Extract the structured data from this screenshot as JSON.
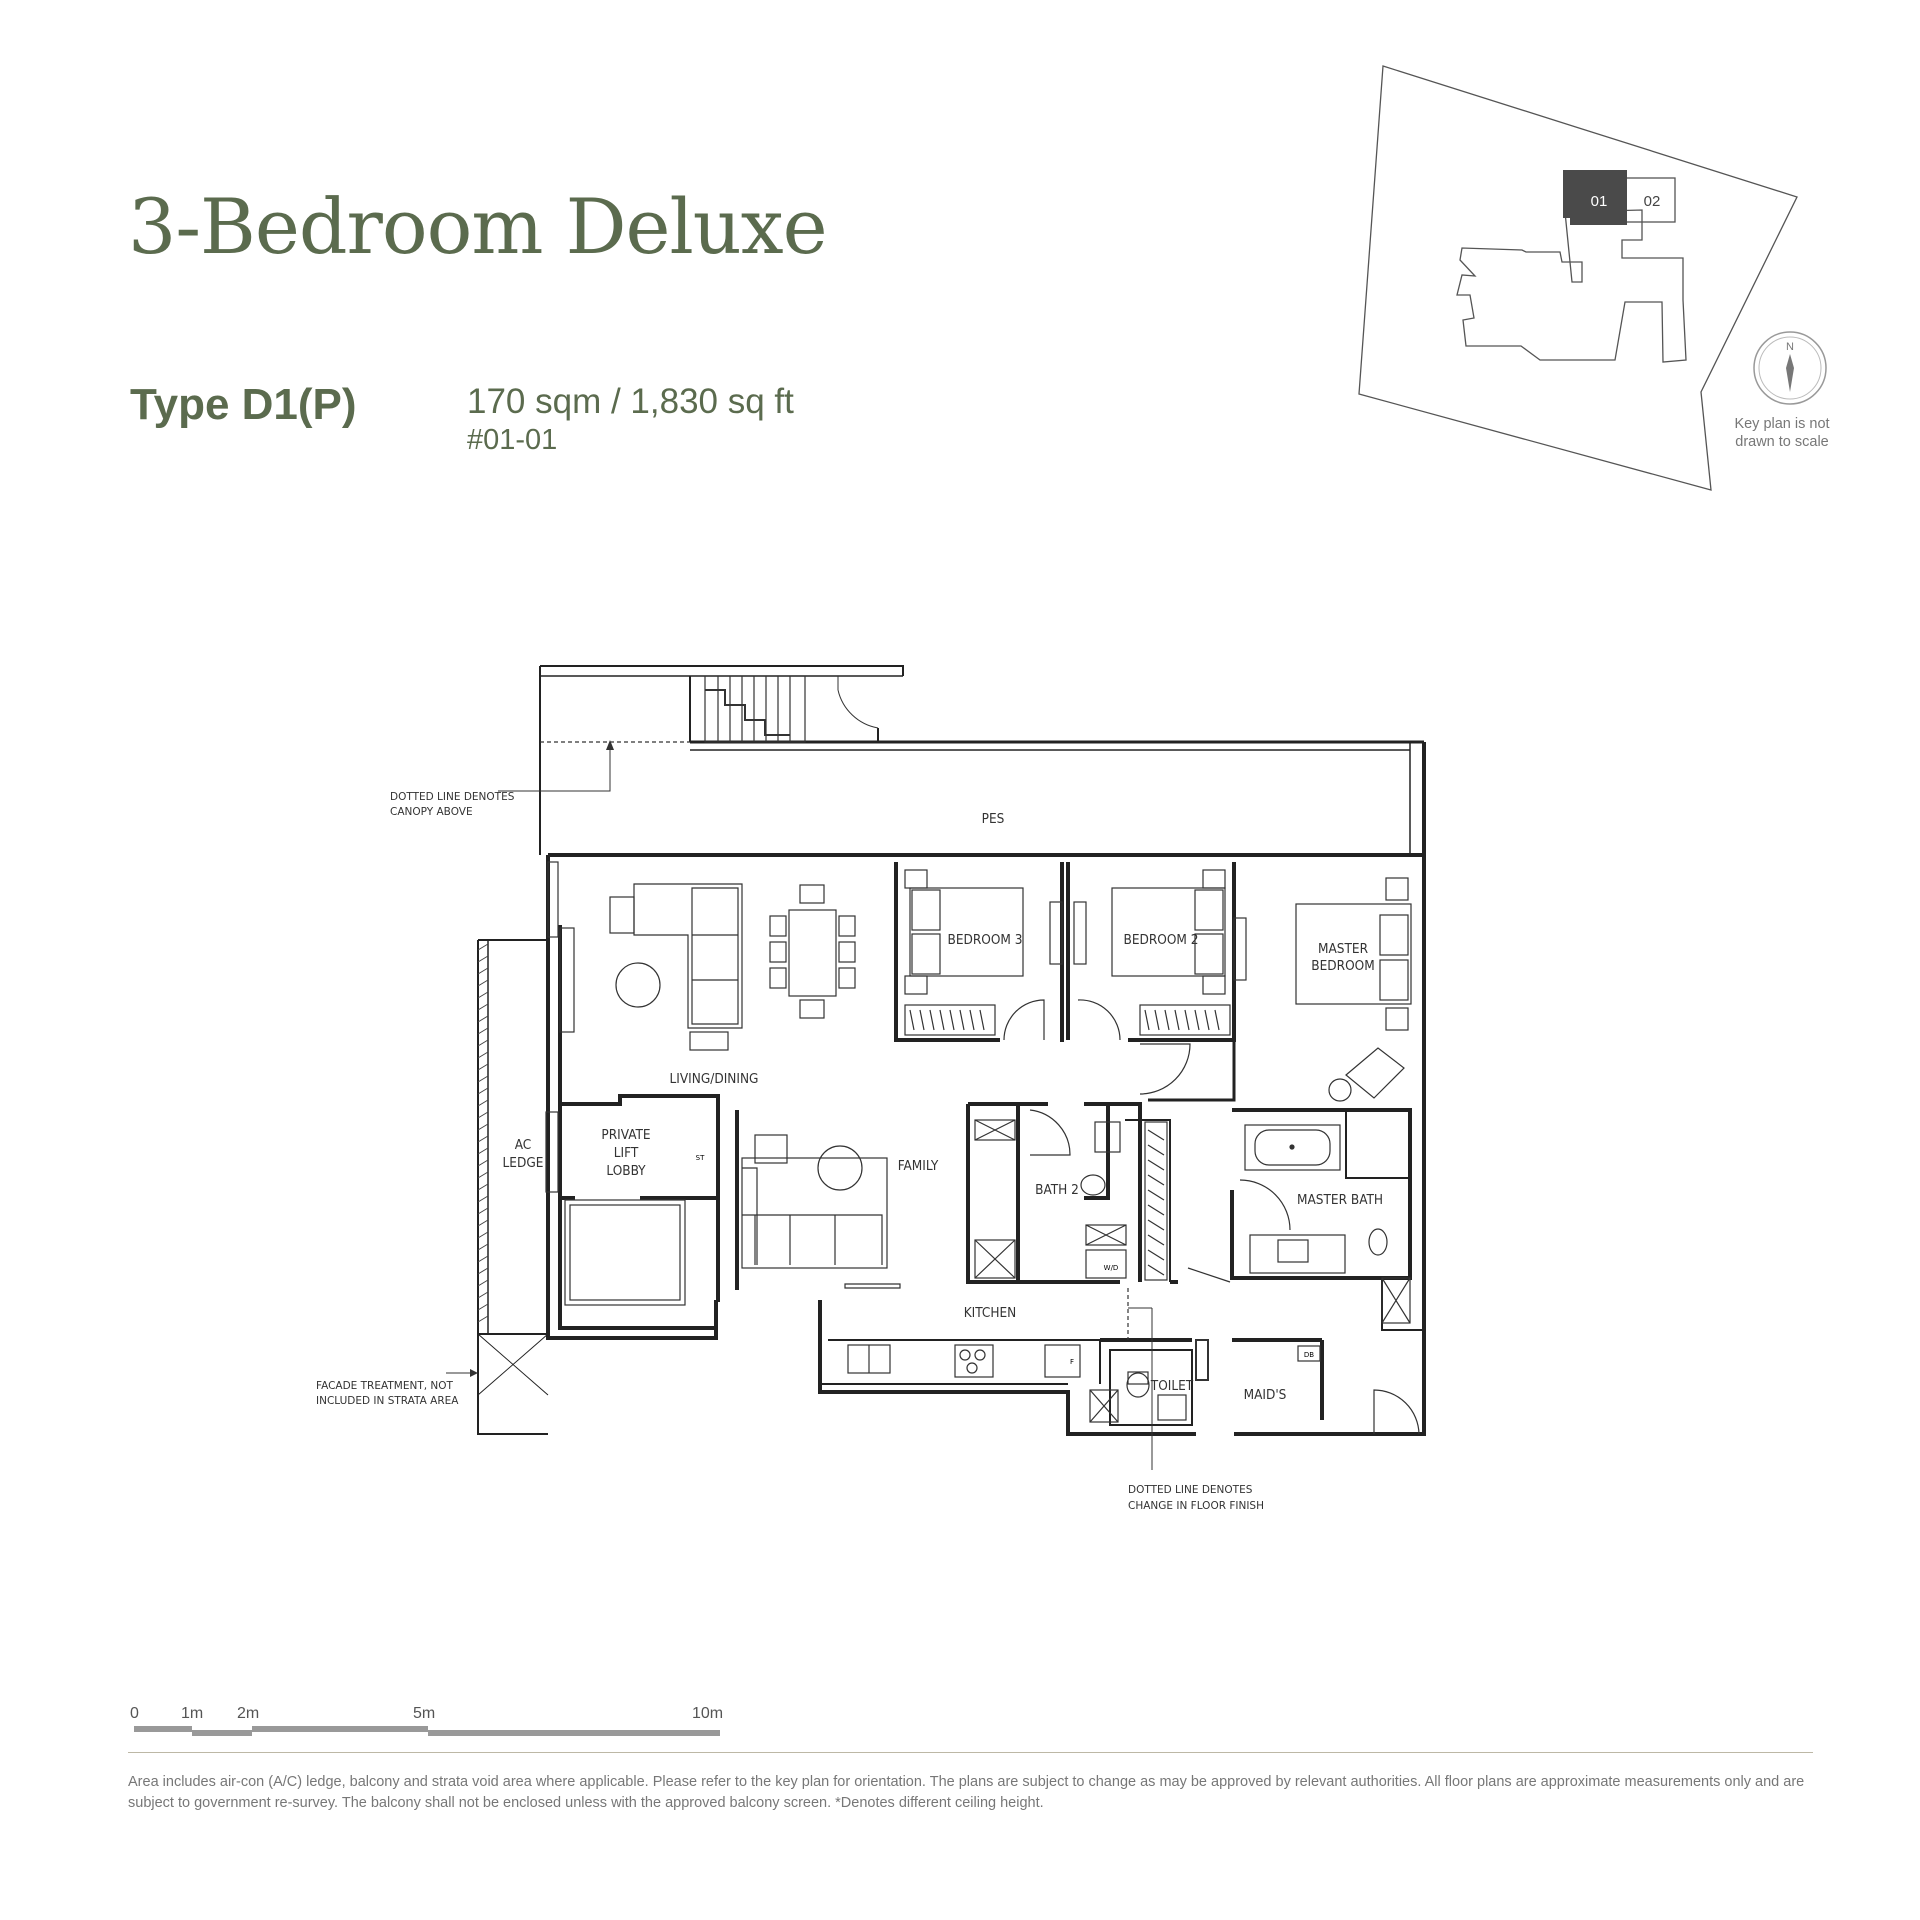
{
  "header": {
    "title": "3-Bedroom Deluxe",
    "unit_type": "Type D1(P)",
    "area": "170 sqm / 1,830 sq ft",
    "unit_number": "#01-01"
  },
  "key_plan": {
    "units": [
      "01",
      "02"
    ],
    "highlighted_unit": "01",
    "north_label": "N",
    "note": "Key plan is not drawn to scale"
  },
  "floor_plan": {
    "rooms": {
      "pes": "PES",
      "bedroom3": "BEDROOM 3",
      "bedroom2": "BEDROOM 2",
      "master_bedroom_1": "MASTER",
      "master_bedroom_2": "BEDROOM",
      "living_dining": "LIVING/DINING",
      "private_lift_1": "PRIVATE",
      "private_lift_2": "LIFT",
      "private_lift_3": "LOBBY",
      "ac_ledge_1": "AC",
      "ac_ledge_2": "LEDGE",
      "family": "FAMILY",
      "bath2": "BATH 2",
      "master_bath": "MASTER BATH",
      "kitchen": "KITCHEN",
      "toilet": "TOILET",
      "maids": "MAID'S",
      "st": "ST",
      "wd": "W/D",
      "db": "DB",
      "fridge": "F"
    },
    "notes": {
      "canopy_1": "DOTTED LINE DENOTES",
      "canopy_2": "CANOPY ABOVE",
      "facade_1": "FACADE TREATMENT, NOT",
      "facade_2": "INCLUDED IN STRATA AREA",
      "floor_1": "DOTTED LINE DENOTES",
      "floor_2": "CHANGE IN FLOOR FINISH"
    }
  },
  "scale_bar": {
    "ticks": [
      "0",
      "1m",
      "2m",
      "5m",
      "10m"
    ]
  },
  "footer": {
    "disclaimer": "Area includes air-con (A/C) ledge, balcony and strata void area where applicable. Please refer to the key plan for orientation. The plans are subject to change as may be approved by relevant authorities. All floor plans are approximate measurements only and are subject to government re-survey. The balcony shall not be enclosed unless with the approved balcony screen. *Denotes different ceiling height."
  },
  "colors": {
    "brand_green": "#5b6b4e",
    "line": "#222222",
    "key_unit": "#4a4a4a"
  }
}
